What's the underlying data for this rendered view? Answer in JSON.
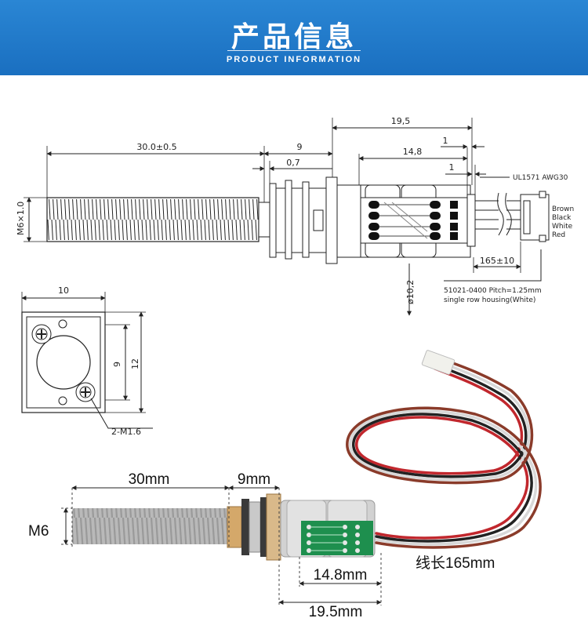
{
  "header": {
    "title_cn": "产品信息",
    "title_en": "PRODUCT INFORMATION",
    "bg_color": "#1f78c8"
  },
  "drawing": {
    "dims": {
      "screw_length": "30.0±0.5",
      "gear_length": "9",
      "gear_plate": "0,7",
      "total_length": "19,5",
      "motor_length": "14,8",
      "pin_offset_1": "1",
      "pin_offset_2": "1",
      "screw_thread": "M6×1.0",
      "diameter": "ø10,2",
      "cable_length": "165±10",
      "wire_spec": "UL1571 AWG30",
      "connector": "51021-0400 Pitch=1.25mm",
      "housing": "single row housing(White)",
      "wire_colors": [
        "Brown",
        "Black",
        "White",
        "Red"
      ]
    },
    "end_view": {
      "width": "10",
      "inner": "9",
      "outer": "12",
      "holes": "2-M1.6"
    }
  },
  "photo_labels": {
    "screw": "30mm",
    "gear": "9mm",
    "thread": "M6",
    "motor": "14.8mm",
    "total": "19.5mm",
    "cable": "线长165mm"
  }
}
